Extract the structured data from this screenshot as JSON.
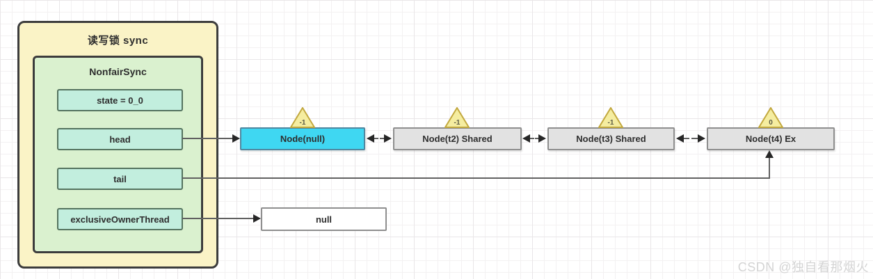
{
  "diagram": {
    "outer_box": {
      "title": "读写锁 sync"
    },
    "inner_box": {
      "title": "NonfairSync"
    },
    "fields": {
      "state": "state = 0_0",
      "head": "head",
      "tail": "tail",
      "exclusive_owner_thread": "exclusiveOwnerThread"
    },
    "queue_nodes": [
      {
        "label": "Node(null)",
        "wait_status": "-1",
        "highlight": true
      },
      {
        "label": "Node(t2) Shared",
        "wait_status": "-1",
        "highlight": false
      },
      {
        "label": "Node(t3) Shared",
        "wait_status": "-1",
        "highlight": false
      },
      {
        "label": "Node(t4) Ex",
        "wait_status": "0",
        "highlight": false
      }
    ],
    "null_box": {
      "label": "null"
    },
    "colors": {
      "outer_fill": "#faf3c6",
      "inner_fill": "#daf1cf",
      "field_fill": "#c2eede",
      "head_node_fill": "#3fd7f2",
      "node_fill": "#e2e2e2",
      "triangle_fill": "#f5eda0",
      "triangle_border": "#c2a83e",
      "line": "#606060"
    },
    "watermark": "CSDN @独自看那烟火"
  }
}
